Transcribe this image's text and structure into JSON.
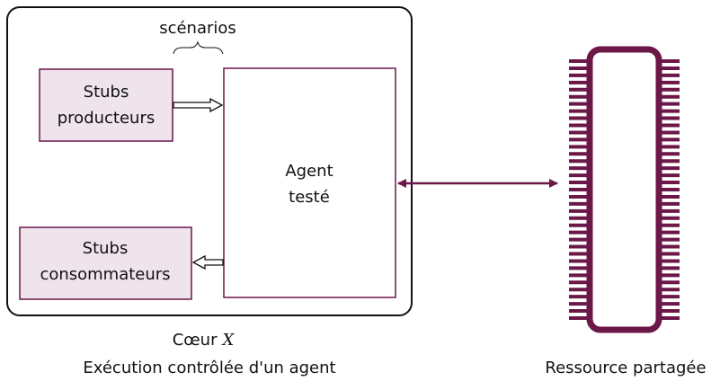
{
  "colors": {
    "accent": "#6b1748",
    "stub_fill": "#efe3ec",
    "frame": "#111111"
  },
  "core": {
    "scenarios_label": "scénarios",
    "agent_line1": "Agent",
    "agent_line2": "testé",
    "caption_prefix": "Cœur",
    "caption_variable": "X",
    "caption_line2": "Exécution contrôlée d'un agent"
  },
  "stubs": {
    "producers_line1": "Stubs",
    "producers_line2": "producteurs",
    "consumers_line1": "Stubs",
    "consumers_line2": "consommateurs"
  },
  "resource": {
    "label": "Ressource partagée",
    "icon": "memory-chip-icon"
  }
}
